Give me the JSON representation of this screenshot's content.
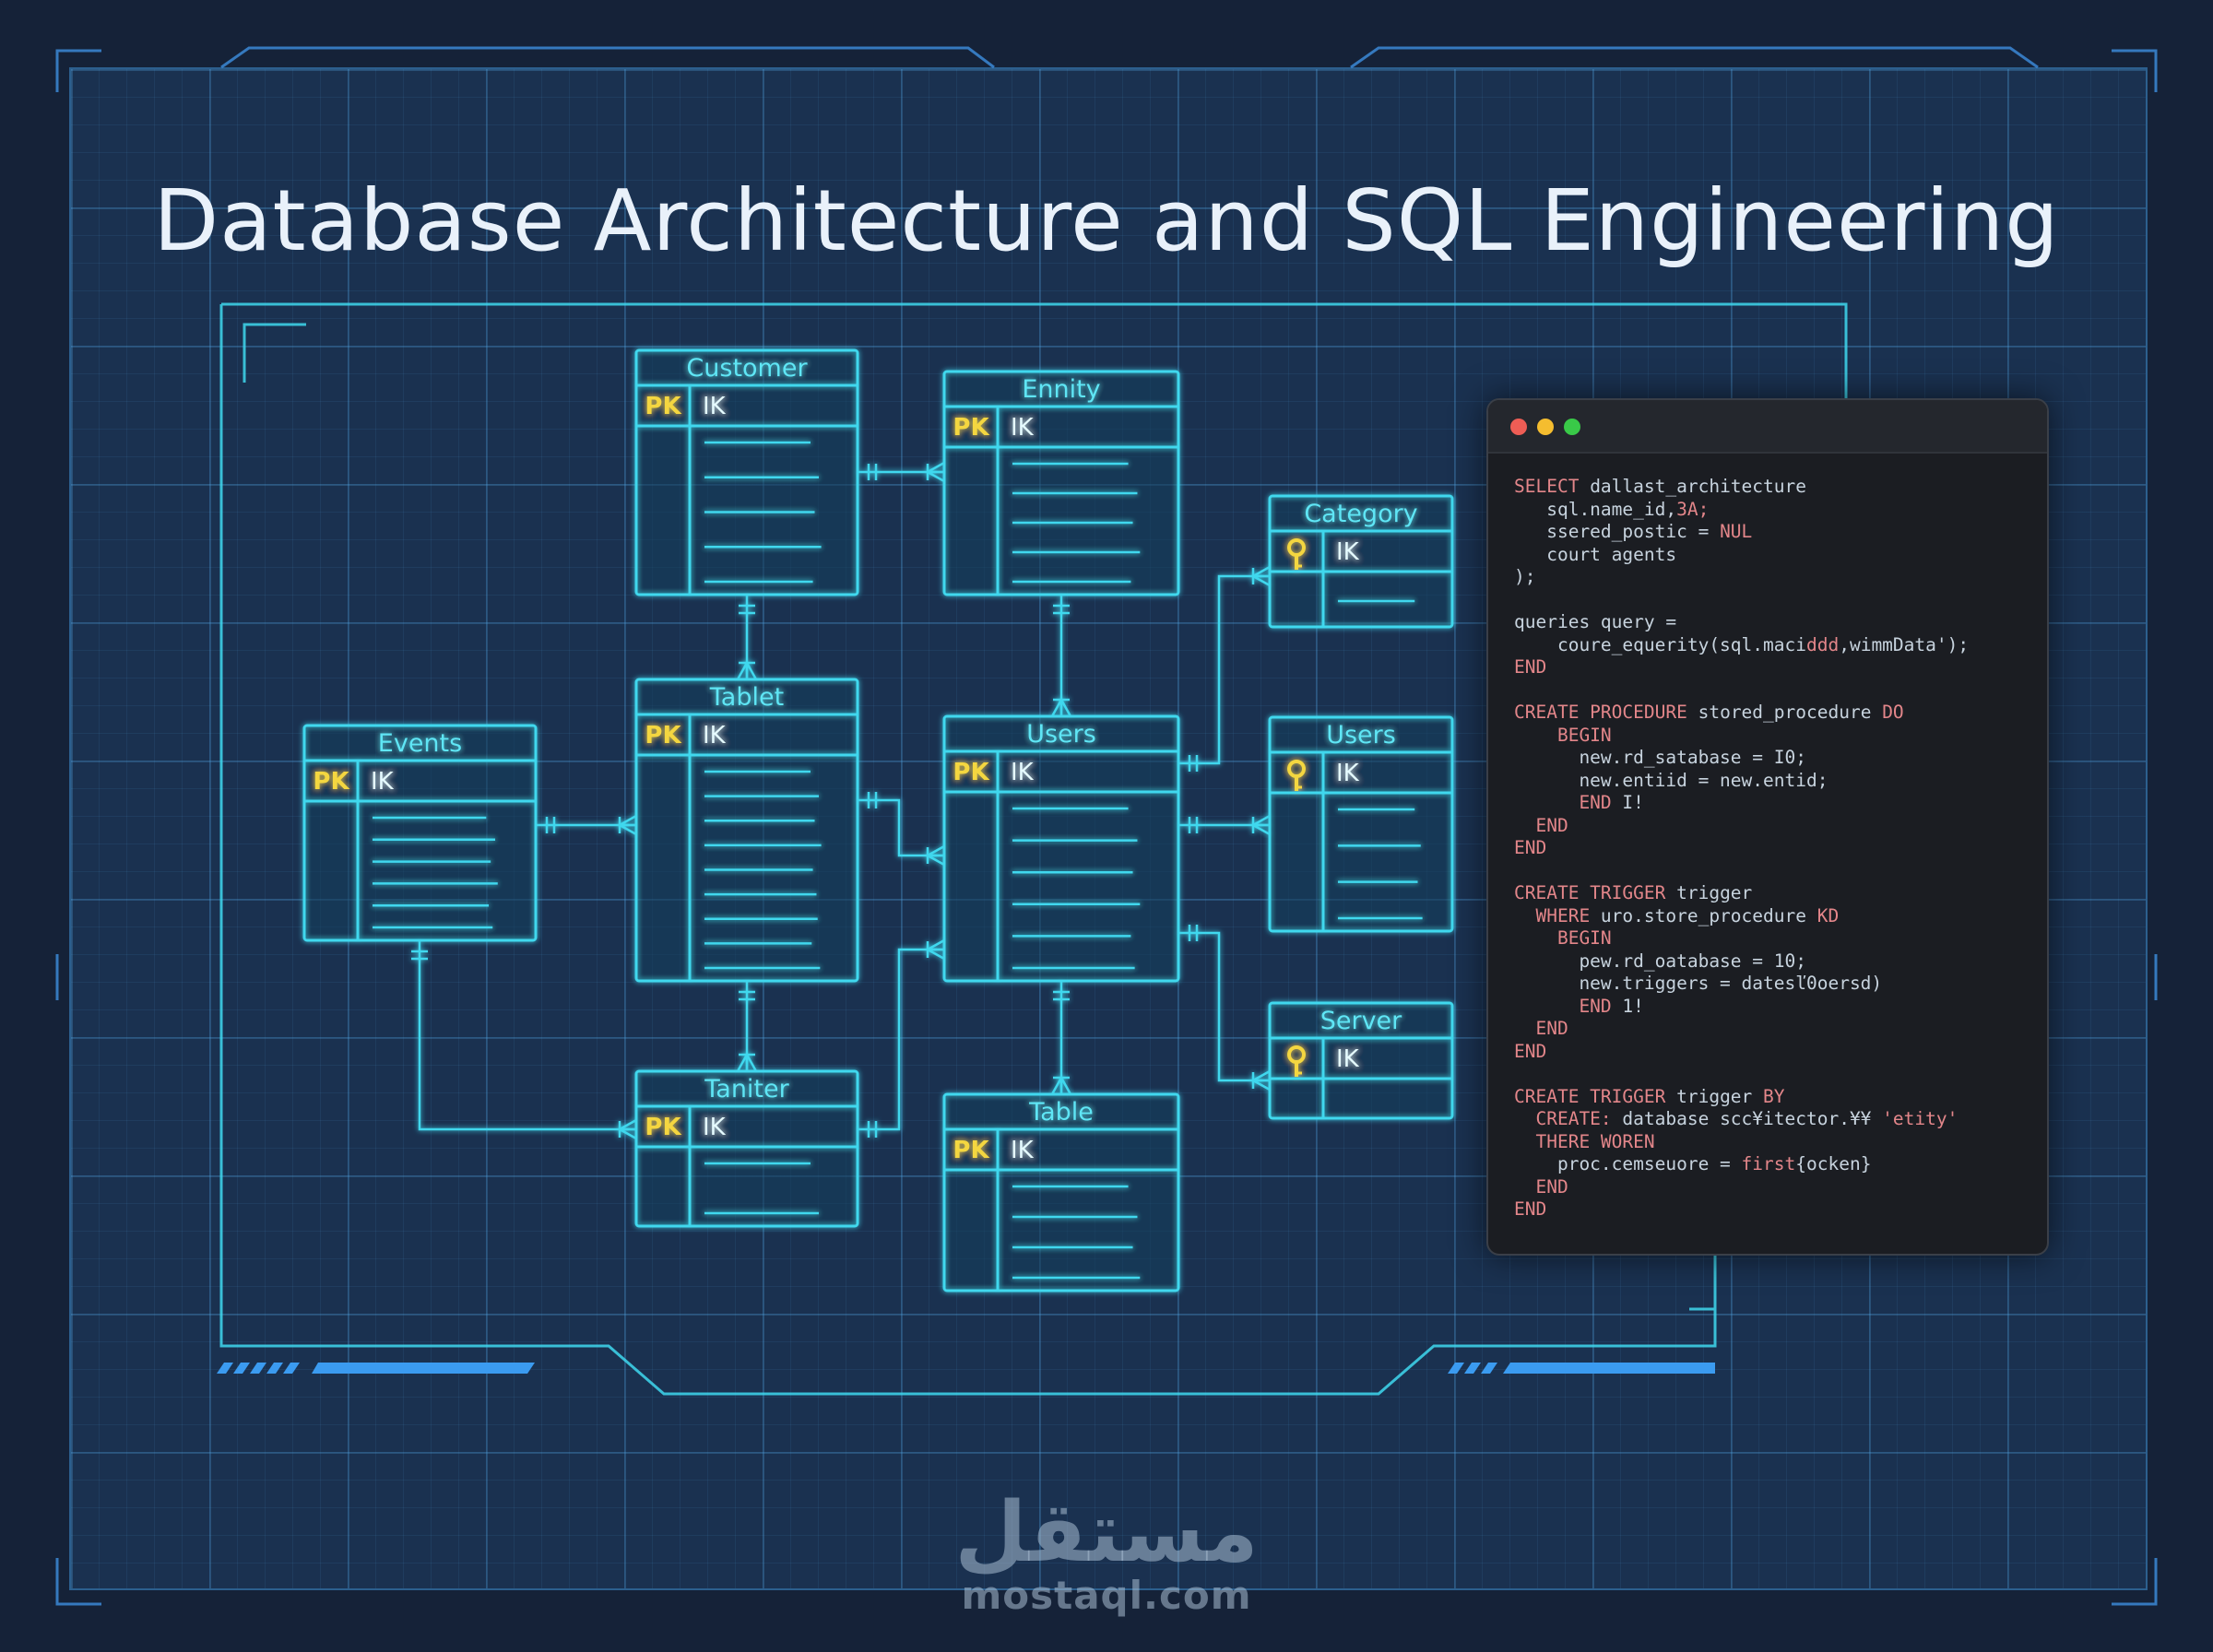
{
  "title": "Database Architecture and SQL Engineering",
  "colors": {
    "background": "#152238",
    "board": "#1a3150",
    "line": "#3fd8ee",
    "pk": "#f4d640",
    "entity_text": "#e6fbff",
    "code_keyword": "#e3868a",
    "code_text": "#c7d3de"
  },
  "entities": [
    {
      "id": "customer",
      "title": "Customer",
      "key_label": "PK",
      "key_icon": false,
      "field": "IK",
      "body_lines": 5
    },
    {
      "id": "ennity",
      "title": "Ennity",
      "key_label": "PK",
      "key_icon": false,
      "field": "IK",
      "body_lines": 5
    },
    {
      "id": "category",
      "title": "Category",
      "key_label": "",
      "key_icon": true,
      "field": "IK",
      "body_lines": 1
    },
    {
      "id": "events",
      "title": "Events",
      "key_label": "PK",
      "key_icon": false,
      "field": "IK",
      "body_lines": 6
    },
    {
      "id": "tablet",
      "title": "Tablet",
      "key_label": "PK",
      "key_icon": false,
      "field": "IK",
      "body_lines": 9
    },
    {
      "id": "users-main",
      "title": "Users",
      "key_label": "PK",
      "key_icon": false,
      "field": "IK",
      "body_lines": 6
    },
    {
      "id": "users-side",
      "title": "Users",
      "key_label": "",
      "key_icon": true,
      "field": "IK",
      "body_lines": 4
    },
    {
      "id": "server",
      "title": "Server",
      "key_label": "",
      "key_icon": true,
      "field": "IK",
      "body_lines": 0
    },
    {
      "id": "taniter",
      "title": "Taniter",
      "key_label": "PK",
      "key_icon": false,
      "field": "IK",
      "body_lines": 2
    },
    {
      "id": "table",
      "title": "Table",
      "key_label": "PK",
      "key_icon": false,
      "field": "IK",
      "body_lines": 4
    }
  ],
  "relationships": [
    {
      "from": "customer",
      "to": "ennity"
    },
    {
      "from": "customer",
      "to": "tablet"
    },
    {
      "from": "ennity",
      "to": "users-main"
    },
    {
      "from": "events",
      "to": "tablet"
    },
    {
      "from": "tablet",
      "to": "users-main"
    },
    {
      "from": "tablet",
      "to": "taniter"
    },
    {
      "from": "events",
      "to": "taniter"
    },
    {
      "from": "taniter",
      "to": "users-main"
    },
    {
      "from": "users-main",
      "to": "category"
    },
    {
      "from": "users-main",
      "to": "users-side"
    },
    {
      "from": "users-main",
      "to": "server"
    },
    {
      "from": "users-main",
      "to": "table"
    }
  ],
  "code_lines": [
    [
      {
        "t": "SELECT ",
        "k": 1
      },
      {
        "t": "dallast_architecture"
      }
    ],
    [
      {
        "t": "   sql.name_id,"
      },
      {
        "t": "ЗА;",
        "k": 1
      }
    ],
    [
      {
        "t": "   ssered_postic = "
      },
      {
        "t": "NUL",
        "k": 1
      }
    ],
    [
      {
        "t": "   court agents"
      }
    ],
    [
      {
        "t": ");"
      }
    ],
    [
      {
        "t": ""
      }
    ],
    [
      {
        "t": "queries query ="
      }
    ],
    [
      {
        "t": "    coure_equerity(sql.maci"
      },
      {
        "t": "ddd",
        "k": 1
      },
      {
        "t": ",wimmData'"
      },
      {
        "t": ");"
      }
    ],
    [
      {
        "t": "END",
        "k": 1
      }
    ],
    [
      {
        "t": ""
      }
    ],
    [
      {
        "t": "CREATE PROCEDURE ",
        "k": 1
      },
      {
        "t": "stored_procedure "
      },
      {
        "t": "DO",
        "k": 1
      }
    ],
    [
      {
        "t": "    BEGIN",
        "k": 1
      }
    ],
    [
      {
        "t": "      new.rd_satabase = I0;"
      }
    ],
    [
      {
        "t": "      new.entiid = new.entid;"
      }
    ],
    [
      {
        "t": "      END ",
        "k": 1
      },
      {
        "t": "I!"
      }
    ],
    [
      {
        "t": "  END",
        "k": 1
      }
    ],
    [
      {
        "t": "END",
        "k": 1
      }
    ],
    [
      {
        "t": ""
      }
    ],
    [
      {
        "t": "CREATE TRIGGER ",
        "k": 1
      },
      {
        "t": "trigger"
      }
    ],
    [
      {
        "t": "  WHERE ",
        "k": 1
      },
      {
        "t": "uro.store_procedure "
      },
      {
        "t": "KD",
        "k": 1
      }
    ],
    [
      {
        "t": "    BEGIN",
        "k": 1
      }
    ],
    [
      {
        "t": "      pew.rd_oatabase = 10;"
      }
    ],
    [
      {
        "t": "      new.triggers = datesľ0oersd)"
      }
    ],
    [
      {
        "t": "      END ",
        "k": 1
      },
      {
        "t": "1!"
      }
    ],
    [
      {
        "t": "  END",
        "k": 1
      }
    ],
    [
      {
        "t": "END",
        "k": 1
      }
    ],
    [
      {
        "t": ""
      }
    ],
    [
      {
        "t": "CREATE TRIGGER ",
        "k": 1
      },
      {
        "t": "trigger "
      },
      {
        "t": "BY",
        "k": 1
      }
    ],
    [
      {
        "t": "  CREATE: ",
        "k": 1
      },
      {
        "t": "database scc¥itector.¥¥ "
      },
      {
        "t": "'etity'",
        "k": 1
      }
    ],
    [
      {
        "t": "  THERE WOREN",
        "k": 1
      }
    ],
    [
      {
        "t": "    proc.cemseuore = "
      },
      {
        "t": "first",
        "k": 1
      },
      {
        "t": "{ocken}"
      }
    ],
    [
      {
        "t": "  END",
        "k": 1
      }
    ],
    [
      {
        "t": "END",
        "k": 1
      }
    ]
  ],
  "watermark": {
    "arabic": "مستقل",
    "latin": "mostaql.com"
  }
}
